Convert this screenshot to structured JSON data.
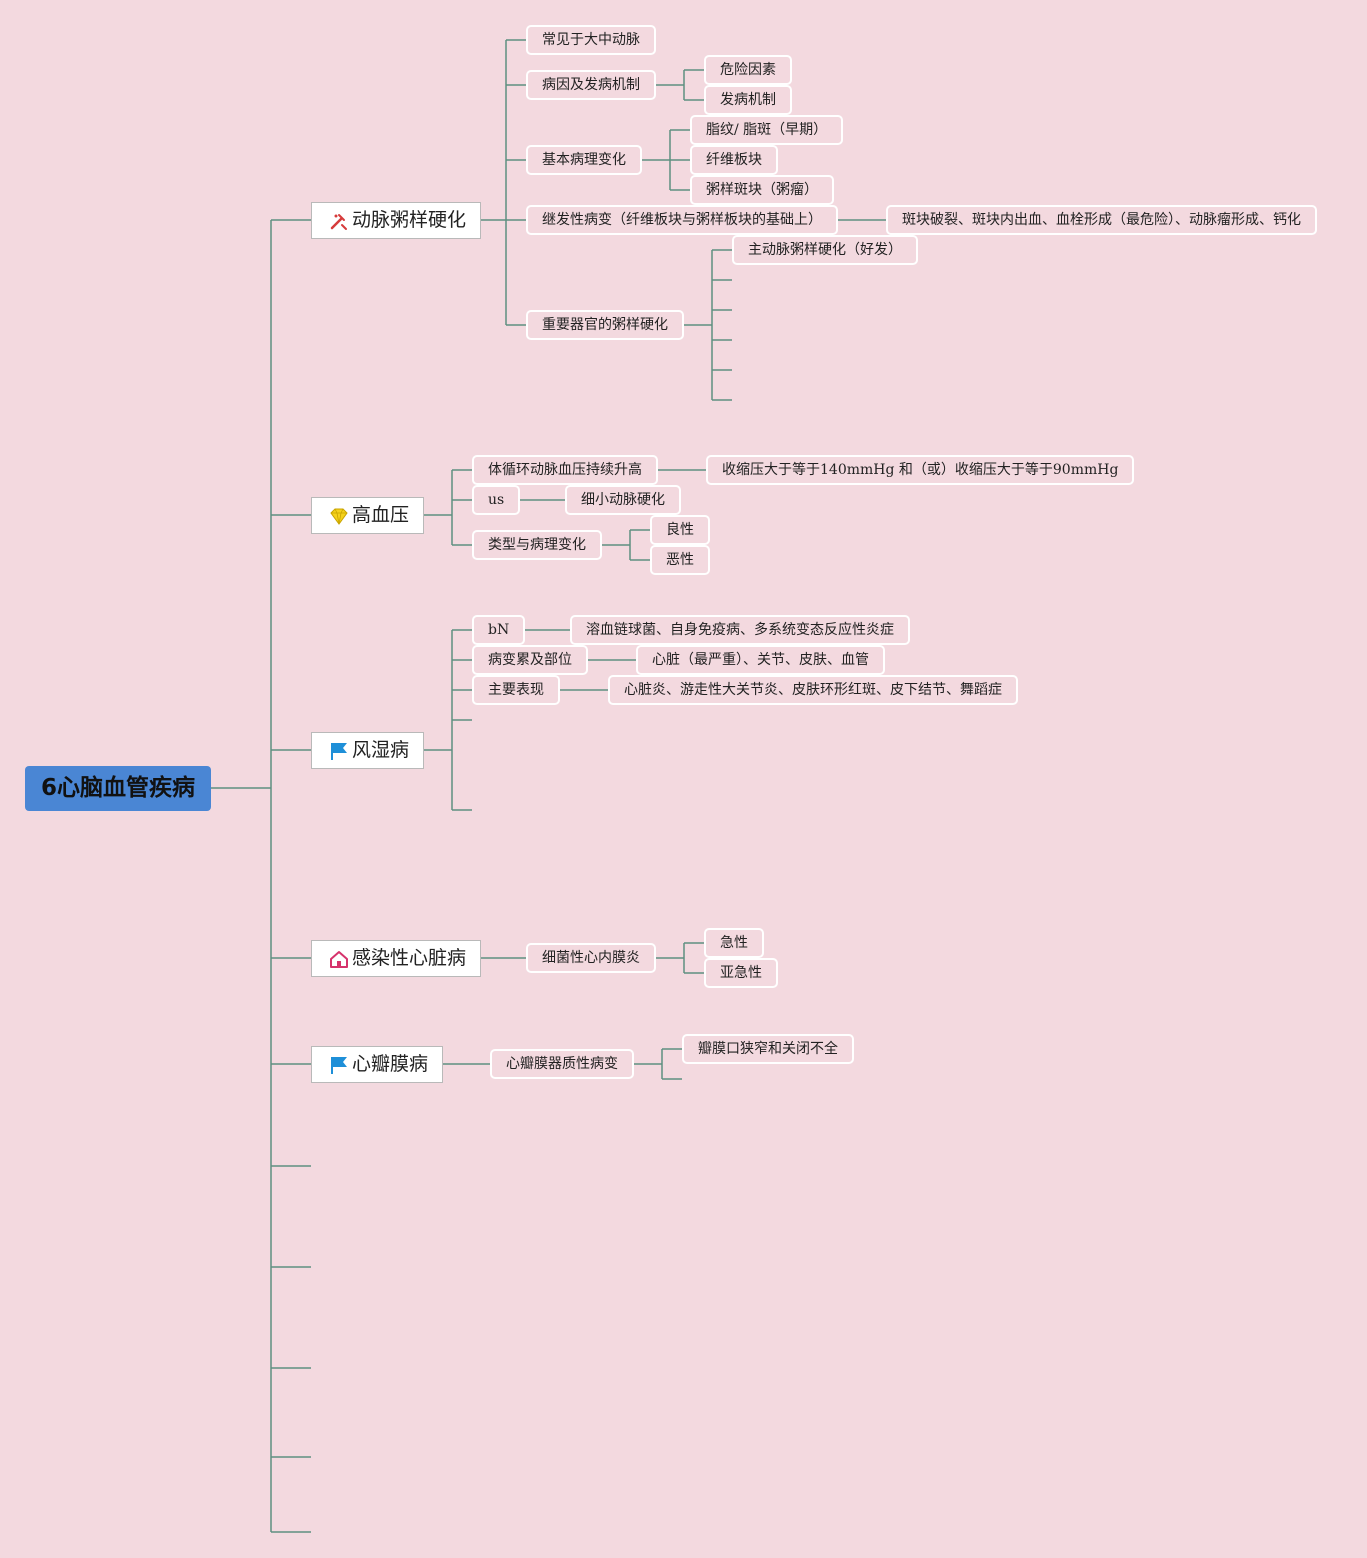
{
  "root": {
    "title": "6心脑血管疾病"
  },
  "branches": {
    "as": {
      "label": "动脉粥样硬化",
      "icon": "tools-icon",
      "children": {
        "common": "常见于大中动脉",
        "cause": "病因及发病机制",
        "risk": "危险因素",
        "mech": "发病机制",
        "patho": "基本病理变化",
        "fatty": "脂纹/ 脂斑（早期）",
        "fibrous": "纤维板块",
        "athero": "粥样斑块（粥瘤）",
        "secondary": "继发性病变（纤维板块与粥样板块的基础上）",
        "secondary_detail": "斑块破裂、斑块内出血、血栓形成（最危险）、动脉瘤形成、钙化",
        "organs": "重要器官的粥样硬化",
        "aorta": "主动脉粥样硬化（好发）"
      }
    },
    "htn": {
      "label": "高血压",
      "icon": "diamond-icon",
      "children": {
        "def": "体循环动脉血压持续升高",
        "def_detail": "收缩压大于等于140mmHg 和（或）收缩压大于等于90mmHg",
        "us": "us",
        "us_detail": "细小动脉硬化",
        "types": "类型与病理变化",
        "benign": "良性",
        "malignant": "恶性"
      }
    },
    "rheum": {
      "label": "风湿病",
      "icon": "flag-icon",
      "children": {
        "bn": "bN",
        "bn_detail": "溶血链球菌、自身免疫病、多系统变态反应性炎症",
        "sites": "病变累及部位",
        "sites_detail": "心脏（最严重）、关节、皮肤、血管",
        "signs": "主要表现",
        "signs_detail": "心脏炎、游走性大关节炎、皮肤环形红斑、皮下结节、舞蹈症"
      }
    },
    "ie": {
      "label": "感染性心脏病",
      "icon": "house-icon",
      "children": {
        "bacterial": "细菌性心内膜炎",
        "acute": "急性",
        "subacute": "亚急性"
      }
    },
    "valve": {
      "label": "心瓣膜病",
      "icon": "flag-icon",
      "children": {
        "organic": "心瓣膜器质性病变",
        "stenosis": "瓣膜口狭窄和关闭不全"
      }
    }
  },
  "colors": {
    "background": "#f3d9df",
    "root_fill": "#4a86d4",
    "connector": "#5e8f80",
    "node_border": "#ffffff"
  }
}
